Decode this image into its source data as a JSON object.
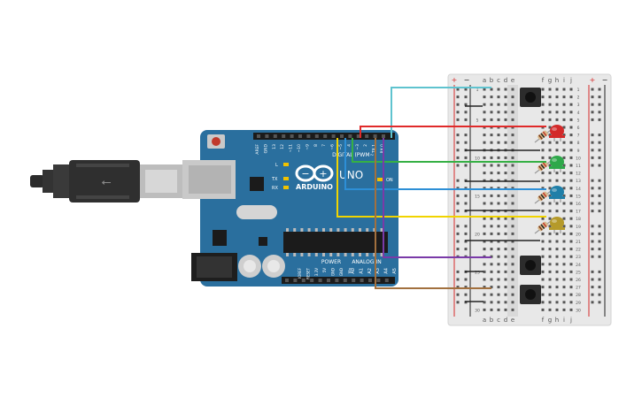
{
  "arduino": {
    "logo_text": "ARDUINO",
    "model": "UNO",
    "digital_label": "DIGITAL (PWM~)",
    "analog_label": "ANALOG IN",
    "power_label": "POWER",
    "led_l": "L",
    "led_tx": "TX",
    "led_rx": "RX",
    "led_on": "ON",
    "digital_pins": [
      "AREF",
      "GND",
      "13",
      "12",
      "~11",
      "~10",
      "~9",
      "8",
      "7",
      "~6",
      "~5",
      "4",
      "~3",
      "2",
      "TX 1",
      "RX 0"
    ],
    "power_pins": [
      "IOREF",
      "RESET",
      "3.3V",
      "5V",
      "GND",
      "GND",
      "Vin"
    ],
    "analog_pins": [
      "A0",
      "A1",
      "A2",
      "A3",
      "A4",
      "A5"
    ]
  },
  "breadboard": {
    "col_letters_left": [
      "a",
      "b",
      "c",
      "d",
      "e"
    ],
    "col_letters_right": [
      "f",
      "g",
      "h",
      "i",
      "j"
    ],
    "rail_plus": "+",
    "rail_minus": "−",
    "row_numbers": [
      "1",
      "2",
      "3",
      "4",
      "5",
      "6",
      "7",
      "8",
      "9",
      "10",
      "11",
      "12",
      "13",
      "14",
      "15",
      "16",
      "17",
      "18",
      "19",
      "20",
      "21",
      "22",
      "23",
      "24",
      "25",
      "26",
      "27",
      "28",
      "29",
      "30"
    ]
  },
  "components": {
    "leds": [
      {
        "color_name": "red",
        "color": "#d32a2a"
      },
      {
        "color_name": "green",
        "color": "#2ea84a"
      },
      {
        "color_name": "blue",
        "color": "#1f7fa8"
      },
      {
        "color_name": "yellow",
        "color": "#b59a2a"
      }
    ],
    "buttons_count": 3
  },
  "wires": {
    "cyan": "#5fc3cf",
    "red": "#e02a2a",
    "green": "#36b045",
    "blue": "#2d8fd6",
    "yellow": "#f1d400",
    "purple": "#7a3aa8",
    "brown": "#a2703e",
    "black": "#222222"
  },
  "colors": {
    "board": "#2a6f9e",
    "board_dark": "#1f587f",
    "breadboard": "#e8e8e8"
  }
}
